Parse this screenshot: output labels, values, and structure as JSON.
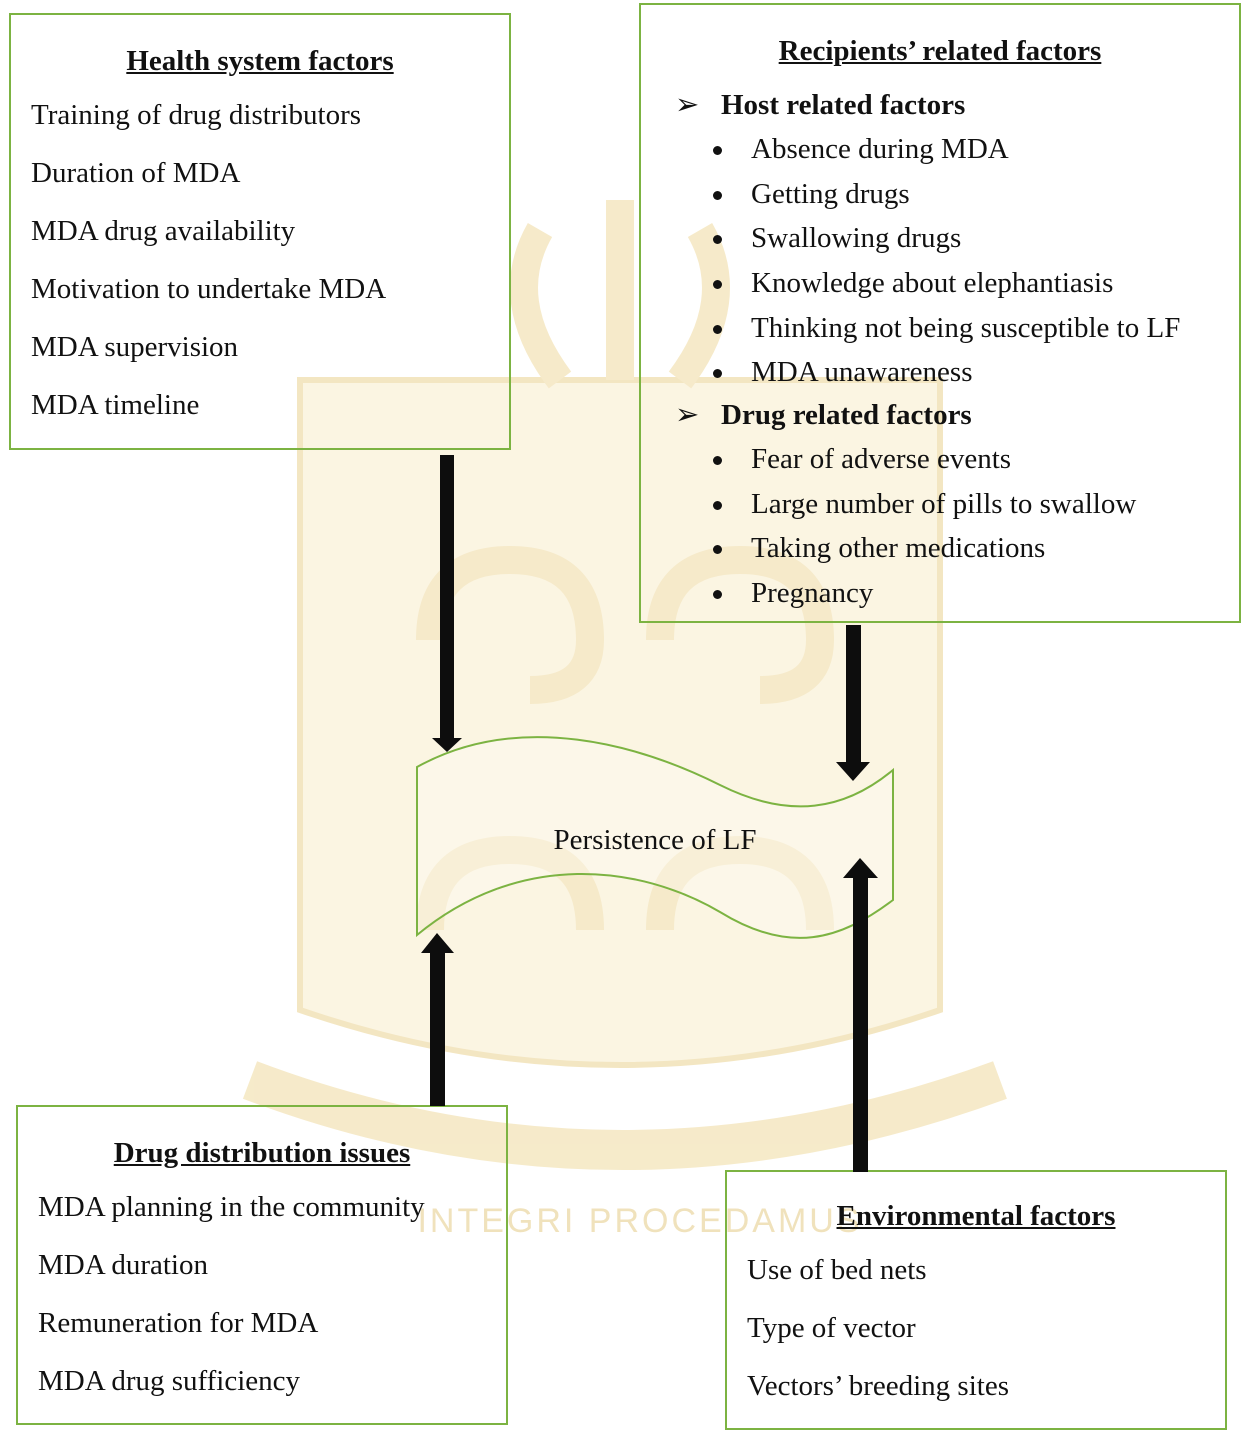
{
  "colors": {
    "box_border": "#7cb342",
    "arrow": "#0d0d0d",
    "watermark": "#f3e2b0"
  },
  "watermark": {
    "motto": "INTEGRI PROCEDAMUS"
  },
  "health_system": {
    "title": "Health system factors",
    "items": [
      "Training of drug distributors",
      "Duration of MDA",
      "MDA drug availability",
      "Motivation to undertake MDA",
      "MDA supervision",
      "MDA timeline"
    ]
  },
  "recipients": {
    "title": "Recipients’ related factors",
    "groups": [
      {
        "heading": "Host related factors",
        "items": [
          "Absence during MDA",
          "Getting drugs",
          "Swallowing drugs",
          "Knowledge about elephantiasis",
          "Thinking not being susceptible to LF",
          "MDA unawareness"
        ]
      },
      {
        "heading": "Drug related factors",
        "items": [
          "Fear of adverse events",
          "Large number of pills to swallow",
          "Taking other medications",
          "Pregnancy"
        ]
      }
    ]
  },
  "center": {
    "label": "Persistence of LF"
  },
  "drug_distribution": {
    "title": "Drug distribution issues",
    "items": [
      "MDA planning in the community",
      "MDA duration",
      "Remuneration for MDA",
      "MDA drug sufficiency"
    ]
  },
  "environmental": {
    "title": "Environmental factors",
    "items": [
      "Use of bed nets",
      "Type of vector",
      "Vectors’ breeding sites"
    ]
  }
}
